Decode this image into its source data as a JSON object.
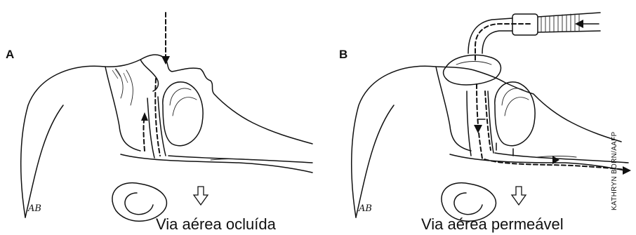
{
  "panel_a": {
    "letter": "A",
    "caption": "Via aérea ocluída"
  },
  "panel_b": {
    "letter": "B",
    "caption": "Via aérea permeável"
  },
  "credit": "KATHRYN BORN/AAFP",
  "signature": "AB",
  "colors": {
    "ink": "#111111",
    "background": "#ffffff"
  }
}
